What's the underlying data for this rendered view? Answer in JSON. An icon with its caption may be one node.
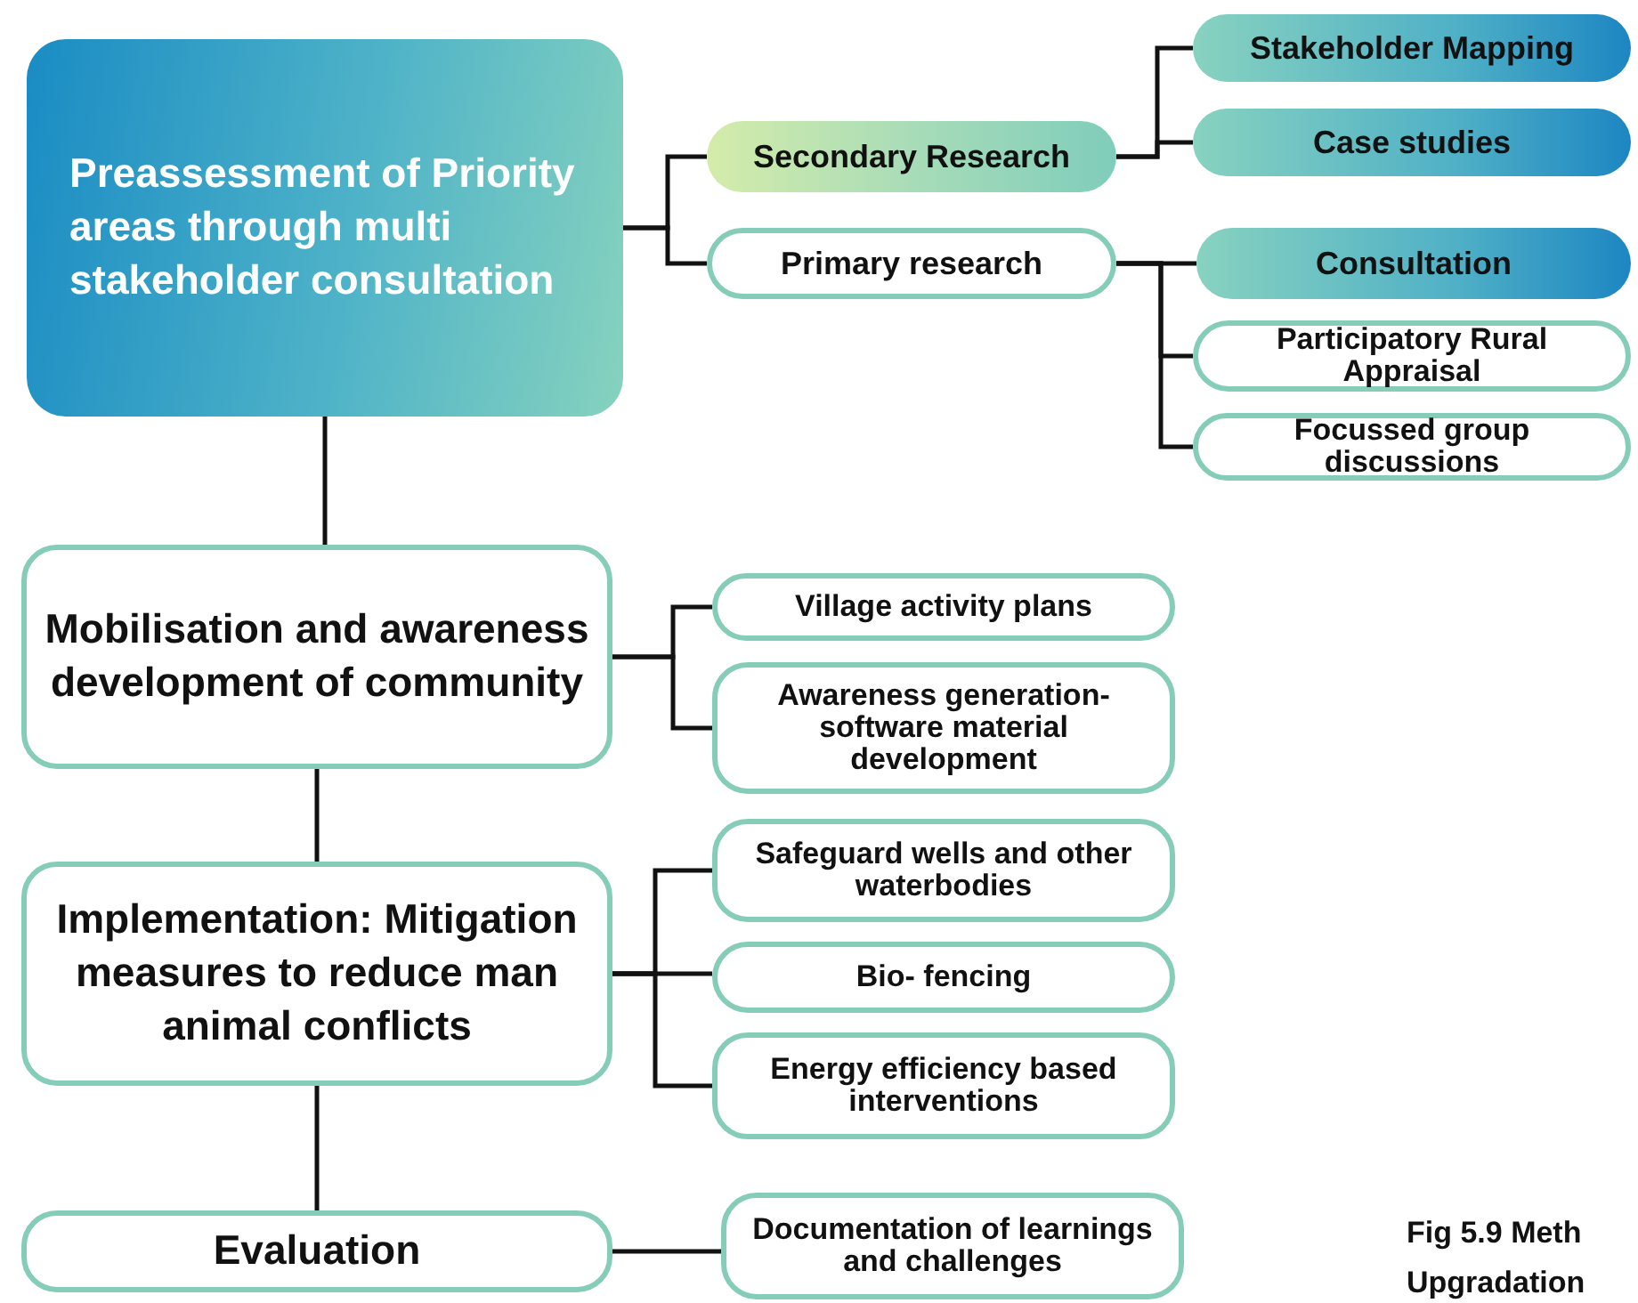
{
  "diagram": {
    "nodes": [
      {
        "text": [
          "Preassessment of Priority areas through multi stakeholder consultation"
        ]
      },
      {
        "text": [
          "Secondary Research"
        ]
      },
      {
        "text": [
          "Primary research"
        ]
      },
      {
        "text": [
          "Stakeholder Mapping"
        ]
      },
      {
        "text": [
          "Case studies"
        ]
      },
      {
        "text": [
          "Consultation"
        ]
      },
      {
        "text": [
          "Participatory Rural Appraisal"
        ]
      },
      {
        "text": [
          "Focussed group discussions"
        ]
      },
      {
        "text": [
          "Mobilisation and awareness development of community"
        ]
      },
      {
        "text": [
          "Village activity plans"
        ]
      },
      {
        "text": [
          "Awareness generation- software material development"
        ]
      },
      {
        "text": [
          "Implementation: Mitigation measures to reduce man animal conflicts"
        ]
      },
      {
        "text": [
          "Safeguard wells and other waterbodies"
        ]
      },
      {
        "text": [
          "Bio- fencing"
        ]
      },
      {
        "text": [
          "Energy efficiency based interventions"
        ]
      },
      {
        "text": [
          "Evaluation"
        ]
      },
      {
        "text": [
          "Documentation of learnings and challenges"
        ]
      }
    ],
    "edges": [
      {
        "from": 0,
        "to": 1,
        "arrow": "none"
      },
      {
        "from": 0,
        "to": 2,
        "arrow": "none"
      },
      {
        "from": 1,
        "to": 3,
        "arrow": "none"
      },
      {
        "from": 1,
        "to": 4,
        "arrow": "none"
      },
      {
        "from": 2,
        "to": 5,
        "arrow": "none"
      },
      {
        "from": 2,
        "to": 6,
        "arrow": "none"
      },
      {
        "from": 2,
        "to": 7,
        "arrow": "none"
      },
      {
        "from": 0,
        "to": 8,
        "arrow": "none"
      },
      {
        "from": 8,
        "to": 9,
        "arrow": "none"
      },
      {
        "from": 8,
        "to": 10,
        "arrow": "none"
      },
      {
        "from": 8,
        "to": 11,
        "arrow": "none"
      },
      {
        "from": 11,
        "to": 12,
        "arrow": "none"
      },
      {
        "from": 11,
        "to": 13,
        "arrow": "none"
      },
      {
        "from": 11,
        "to": 14,
        "arrow": "none"
      },
      {
        "from": 11,
        "to": 15,
        "arrow": "none"
      },
      {
        "from": 15,
        "to": 16,
        "arrow": "none"
      }
    ],
    "labels": [
      "Fig 5.9 Meth",
      "Upgradation"
    ]
  }
}
